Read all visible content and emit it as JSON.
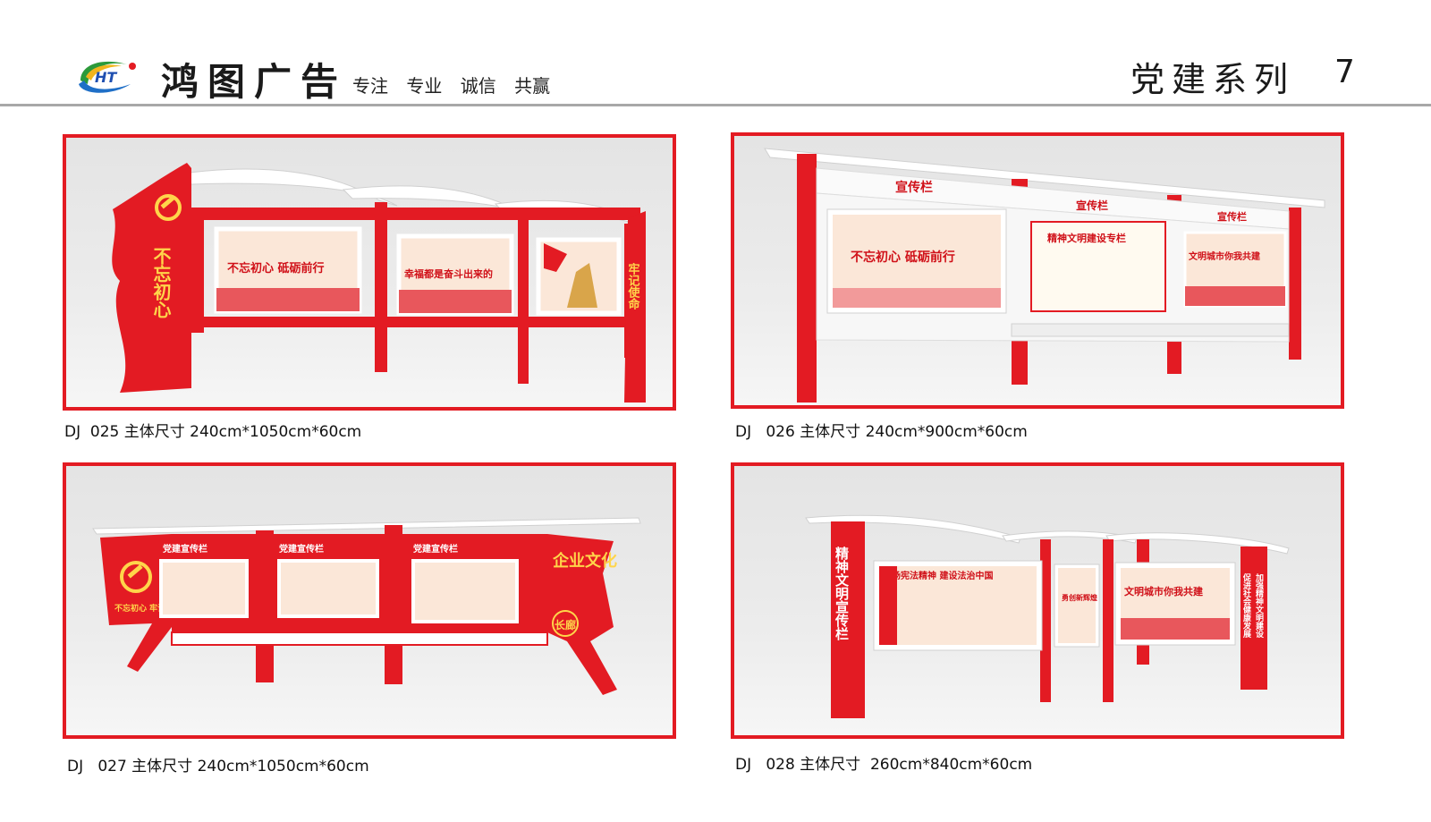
{
  "header": {
    "brand": "鸿图广告",
    "logo_text": "HT",
    "slogans": [
      "专注",
      "专业",
      "诚信",
      "共赢"
    ],
    "series": "党建系列",
    "page_number": "7"
  },
  "colors": {
    "accent": "#e31b23",
    "rule": "#a8a8a8",
    "gold": "#ffd54a"
  },
  "products": [
    {
      "caption": "DJ  025 主体尺寸 240cm*1050cm*60cm",
      "side_left": "不忘初心",
      "side_right": "牢记使命",
      "posters": [
        "不忘初心 砥砺前行",
        "幸福都是奋斗出来的",
        ""
      ]
    },
    {
      "caption": "DJ   026 主体尺寸 240cm*900cm*60cm",
      "headers": [
        "宣传栏",
        "宣传栏",
        "宣传栏"
      ],
      "posters": [
        "不忘初心 砥砺前行",
        "精神文明建设专栏",
        "文明城市你我共建"
      ]
    },
    {
      "caption": "DJ   027 主体尺寸 240cm*1050cm*60cm",
      "headers": [
        "党建宣传栏",
        "党建宣传栏",
        "党建宣传栏"
      ],
      "side_left": "不忘初心 牢记使命",
      "side_right_top": "企业文化",
      "side_right_bottom": "长廊"
    },
    {
      "caption": "DJ   028 主体尺寸  260cm*840cm*60cm",
      "pillar_left": "精神文明宣传栏",
      "pillar_right_a": "促进社会健康发展",
      "pillar_right_b": "加强精神文明建设",
      "posters": [
        "弘扬宪法精神 建设法治中国",
        "勇创新辉煌",
        "文明城市你我共建"
      ]
    }
  ]
}
